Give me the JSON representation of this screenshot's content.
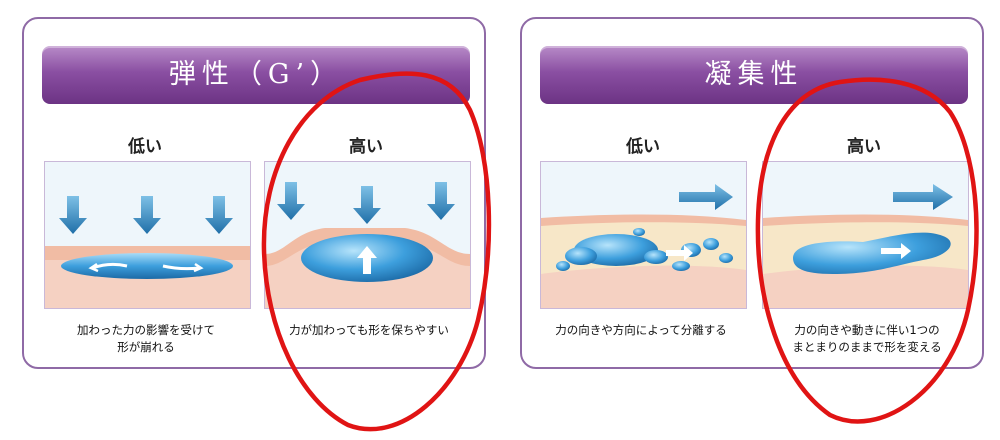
{
  "panels": [
    {
      "title": "弾性（G’）",
      "low_label": "低い",
      "high_label": "高い",
      "low_caption": [
        "加わった力の影響を受けて",
        "形が崩れる"
      ],
      "high_caption": [
        "力が加わっても形を保ちやすい"
      ]
    },
    {
      "title": "凝集性",
      "low_label": "低い",
      "high_label": "高い",
      "low_caption": [
        "力の向きや方向によって分離する"
      ],
      "high_caption": [
        "力の向きや動きに伴い1つの",
        "まとまりのままで形を変える"
      ]
    }
  ],
  "colors": {
    "panel_border": "#8f6aa6",
    "banner": "#8a4fa2",
    "arrow_blue": "#2f7fb6",
    "blob_blue": "#3d9fdd",
    "tissue_pink": "#f3c7b6",
    "annotation_red": "#e01414"
  }
}
